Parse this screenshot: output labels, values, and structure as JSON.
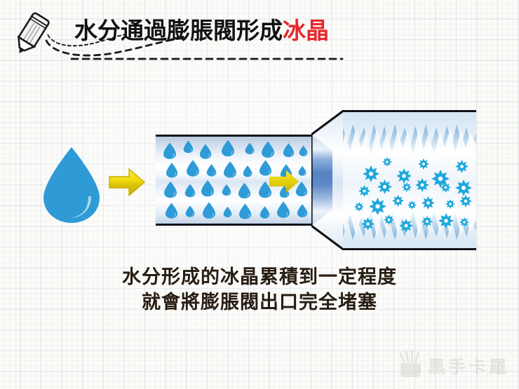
{
  "page": {
    "background": "#fbfbf8",
    "grid_color": "#bec6d2"
  },
  "header": {
    "pencil_icon": "pencil-icon",
    "title_prefix": "水分通過膨脹閥形成",
    "title_highlight": "冰晶",
    "title_color": "#111111",
    "highlight_color": "#e8282b",
    "underline_style": "dashed"
  },
  "diagram": {
    "name": "expansion-valve-icing-diagram",
    "water_drop_icon": "water-drop-icon",
    "inlet_arrow_icon": "arrow-right-icon",
    "mid_arrow_icon": "arrow-right-icon",
    "arrow_color": "#e8d404",
    "droplet_color": "#2e9bd6",
    "snowflake_color": "#1fa8dc",
    "frost_color": "#5d9dd0",
    "pipe_label": "water-filled-pipe",
    "funnel_label": "expansion-valve-cone",
    "ice_chamber_label": "ice-crystal-chamber",
    "droplet_count": 34,
    "snowflake_count": 26
  },
  "caption": {
    "line1": "水分形成的冰晶累積到一定程度",
    "line2": "就會將膨脹閥出口完全堵塞",
    "color": "#271d12"
  },
  "watermark": {
    "hand_icon": "hand-icon",
    "text": "黑手卡羅",
    "color": "#d2cfcb"
  }
}
